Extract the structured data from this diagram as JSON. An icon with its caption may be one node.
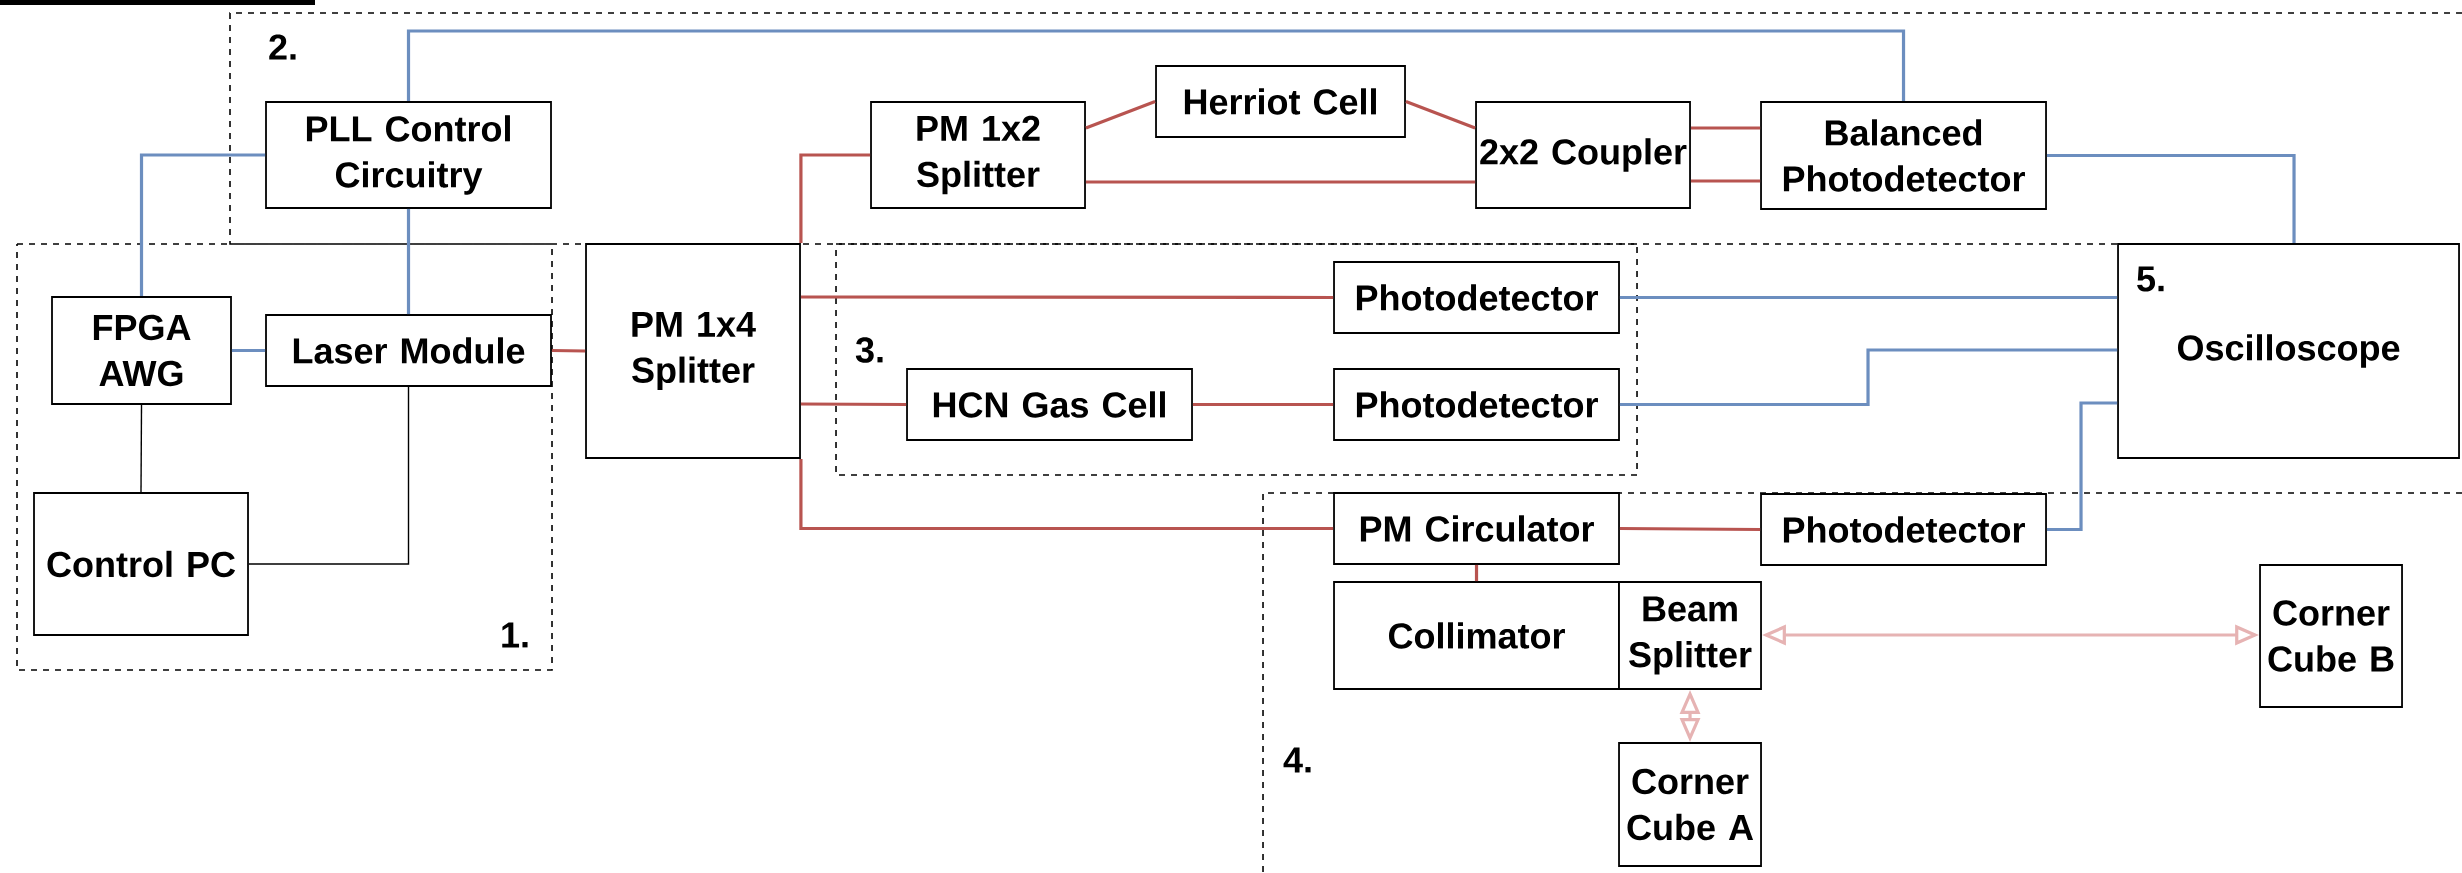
{
  "diagram": {
    "nodes": [
      {
        "text": [
          "2."
        ]
      },
      {
        "text": [
          "PLL Control Circuitry"
        ],
        "in": 0
      },
      {
        "text": [
          "PM 1x2 Splitter"
        ],
        "in": 0
      },
      {
        "text": [
          "Herriot Cell"
        ],
        "in": 0
      },
      {
        "text": [
          "2x2 Coupler"
        ],
        "in": 0
      },
      {
        "text": [
          "Balanced Photodetector"
        ],
        "in": 0
      },
      {
        "text": [
          "1."
        ]
      },
      {
        "text": [
          "FPGA AWG"
        ],
        "in": 6
      },
      {
        "text": [
          "Laser Module"
        ],
        "in": 6
      },
      {
        "text": [
          "Control PC"
        ],
        "in": 6
      },
      {
        "text": [
          "PM 1x4 Splitter"
        ]
      },
      {
        "text": [
          "3."
        ]
      },
      {
        "text": [
          "Photodetector"
        ],
        "in": 11
      },
      {
        "text": [
          "HCN Gas Cell"
        ],
        "in": 11
      },
      {
        "text": [
          "Photodetector"
        ],
        "in": 11
      },
      {
        "text": [
          "5.",
          "Oscilloscope"
        ]
      },
      {
        "text": [
          "4."
        ]
      },
      {
        "text": [
          "PM Circulator"
        ],
        "in": 16
      },
      {
        "text": [
          "Photodetector"
        ],
        "in": 16
      },
      {
        "text": [
          "Collimator"
        ],
        "in": 16
      },
      {
        "text": [
          "Beam Splitter"
        ],
        "in": 16
      },
      {
        "text": [
          "Corner Cube A"
        ],
        "in": 16
      },
      {
        "text": [
          "Corner Cube B"
        ],
        "in": 16
      }
    ],
    "edges": [
      {
        "from": 1,
        "to": 5,
        "arrow": "none",
        "color": "#6c8ebf"
      },
      {
        "from": 1,
        "to": 7,
        "arrow": "none",
        "color": "#6c8ebf"
      },
      {
        "from": 1,
        "to": 8,
        "arrow": "none",
        "color": "#6c8ebf"
      },
      {
        "from": 7,
        "to": 8,
        "arrow": "none",
        "color": "#6c8ebf"
      },
      {
        "from": 7,
        "to": 9,
        "arrow": "none",
        "color": "#000000"
      },
      {
        "from": 8,
        "to": 9,
        "arrow": "none",
        "color": "#000000"
      },
      {
        "from": 8,
        "to": 10,
        "arrow": "none"
      },
      {
        "from": 10,
        "to": 2,
        "arrow": "none"
      },
      {
        "from": 10,
        "to": 12,
        "arrow": "none"
      },
      {
        "from": 10,
        "to": 13,
        "arrow": "none"
      },
      {
        "from": 10,
        "to": 17,
        "arrow": "none"
      },
      {
        "from": 13,
        "to": 14,
        "arrow": "none"
      },
      {
        "from": 2,
        "to": 3,
        "arrow": "none"
      },
      {
        "from": 3,
        "to": 4,
        "arrow": "none"
      },
      {
        "from": 2,
        "to": 4,
        "arrow": "none"
      },
      {
        "from": 4,
        "to": 5,
        "arrow": "none"
      },
      {
        "from": 4,
        "to": 5,
        "arrow": "none"
      },
      {
        "from": 5,
        "to": 15,
        "arrow": "none",
        "color": "#6c8ebf"
      },
      {
        "from": 12,
        "to": 15,
        "arrow": "none",
        "color": "#6c8ebf"
      },
      {
        "from": 14,
        "to": 15,
        "arrow": "none",
        "color": "#6c8ebf"
      },
      {
        "from": 18,
        "to": 15,
        "arrow": "none",
        "color": "#6c8ebf"
      },
      {
        "from": 17,
        "to": 18,
        "arrow": "none"
      },
      {
        "from": 17,
        "to": 19,
        "arrow": "none"
      },
      {
        "from": 20,
        "to": 22,
        "arrow": "both",
        "color": "#e6b3b3"
      },
      {
        "from": 20,
        "to": 21,
        "arrow": "both",
        "color": "#e6b3b3"
      }
    ]
  }
}
